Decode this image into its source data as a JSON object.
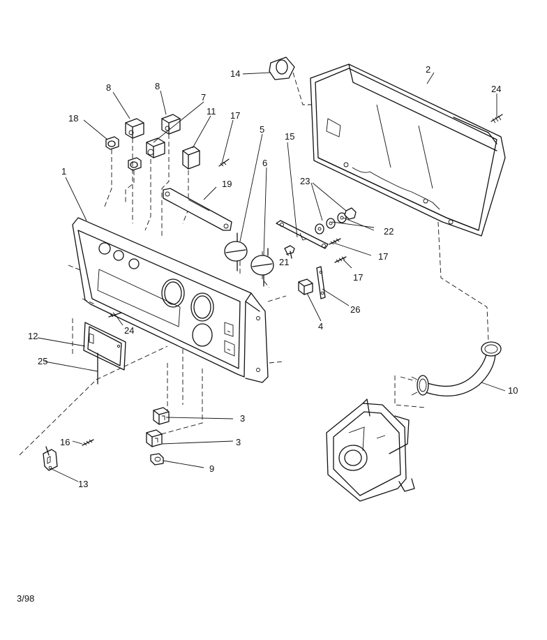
{
  "callouts": {
    "p1": "1",
    "p2": "2",
    "p3a": "3",
    "p3b": "3",
    "p4": "4",
    "p5": "5",
    "p6": "6",
    "p7": "7",
    "p8a": "8",
    "p8b": "8",
    "p9": "9",
    "p10": "10",
    "p11": "11",
    "p12": "12",
    "p13": "13",
    "p14": "14",
    "p15": "15",
    "p16": "16",
    "p17a": "17",
    "p17b": "17",
    "p17c": "17",
    "p18": "18",
    "p19": "19",
    "p21": "21",
    "p22": "22",
    "p23": "23",
    "p24a": "24",
    "p24b": "24",
    "p25": "25",
    "p26": "26"
  },
  "footer": {
    "date_code": "3/98"
  }
}
